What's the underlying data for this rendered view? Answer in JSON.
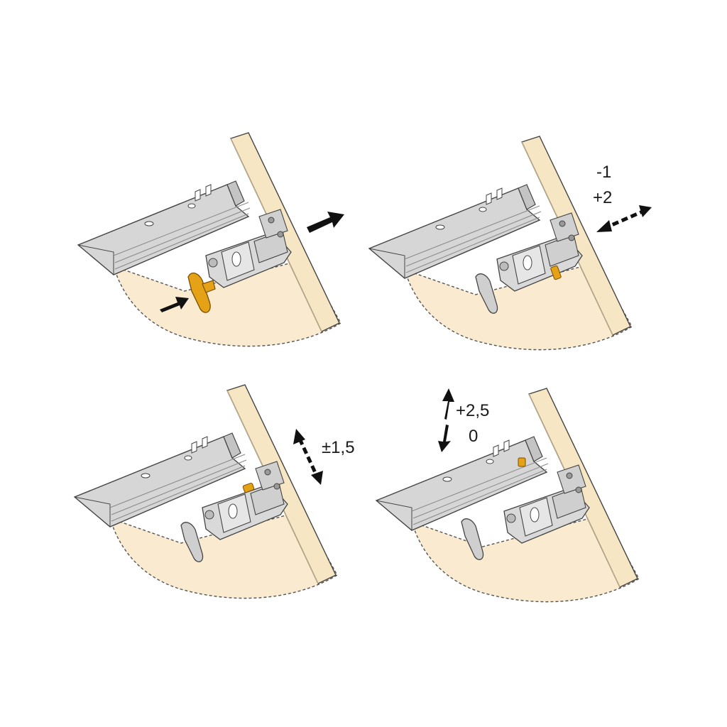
{
  "colors": {
    "wood": "#f6e6c3",
    "wood_floor": "#faebd0",
    "rail": "#d6d6d6",
    "rail_dark": "#b8b8b8",
    "outline": "#4a4a4a",
    "highlight": "#e5a216",
    "arrow": "#111111"
  },
  "panels": [
    {
      "id": "step-1",
      "arrow": "solid-arrow",
      "labels": []
    },
    {
      "id": "step-2",
      "arrow": "dashed-double-arrow-horizontal",
      "labels": [
        "-1",
        "+2"
      ]
    },
    {
      "id": "step-3",
      "arrow": "dashed-double-arrow-diagonal",
      "labels": [
        "±1,5"
      ]
    },
    {
      "id": "step-4",
      "arrow": "split-vertical-arrows",
      "labels": [
        "+2,5",
        "0"
      ]
    }
  ],
  "labels": {
    "p2_minus": "-1",
    "p2_plus": "+2",
    "p3_range": "±1,5",
    "p4_up": "+2,5",
    "p4_down": "0"
  }
}
